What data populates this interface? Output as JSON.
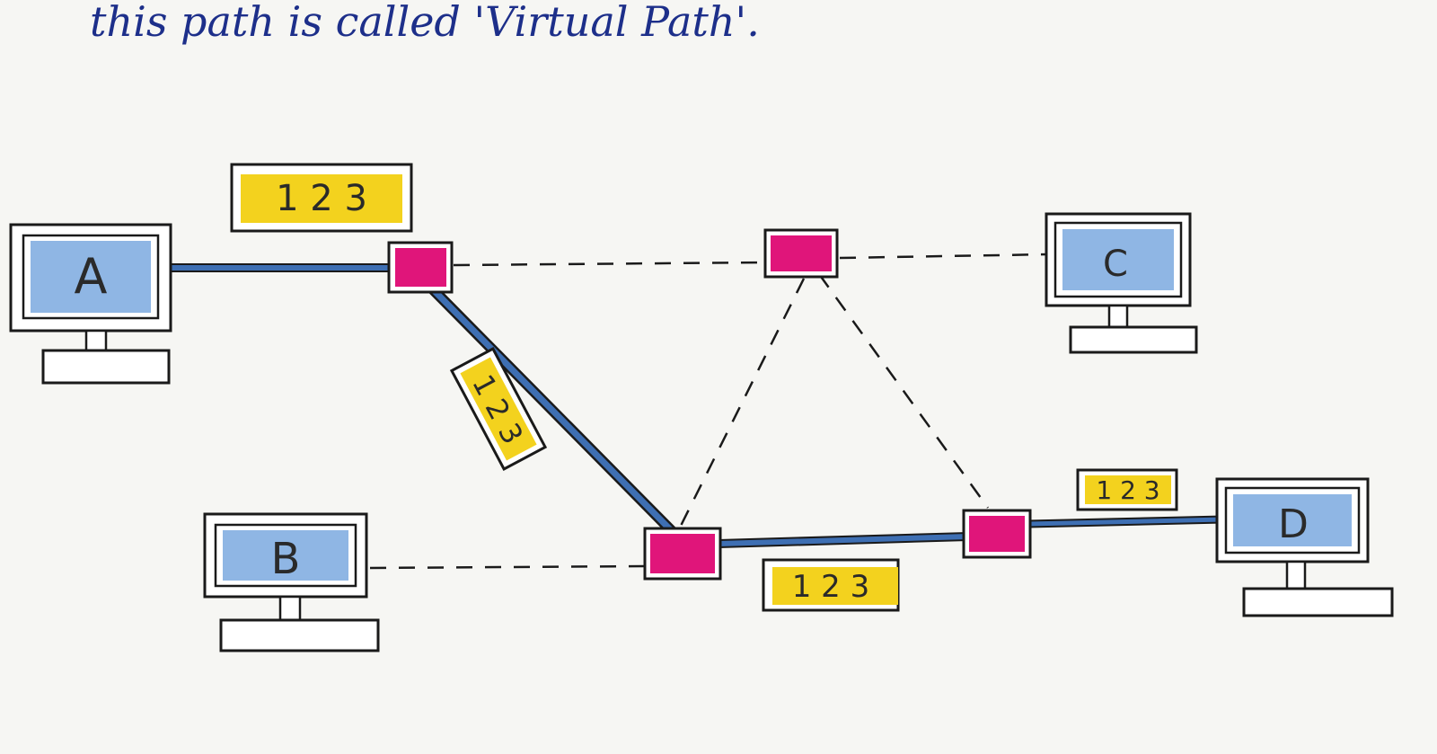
{
  "caption": "this path is called 'Virtual Path'.",
  "computers": {
    "a": {
      "label": "A"
    },
    "b": {
      "label": "B"
    },
    "c": {
      "label": "C"
    },
    "d": {
      "label": "D"
    }
  },
  "tags": {
    "top": "1 2 3",
    "diagonal": "1 2 3",
    "bottom": "1 2 3",
    "right": "1 2 3"
  },
  "colors": {
    "ink": "#1a1a1a",
    "pen_blue": "#1d2f8a",
    "screen_blue": "#8fb6e4",
    "switch_magenta": "#e0157a",
    "tag_yellow": "#f3d21e",
    "link_blue": "#3e6fb3",
    "paper": "#f6f6f3"
  },
  "legend_semantics": {
    "solid_blue_line": "virtual path",
    "dashed_line": "other links"
  }
}
